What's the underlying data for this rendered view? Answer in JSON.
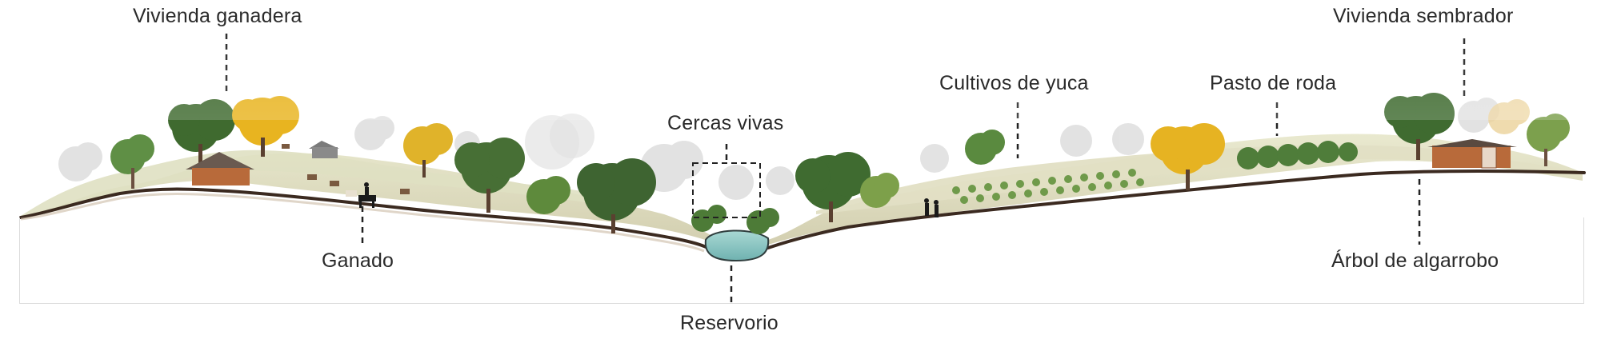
{
  "diagram": {
    "labels": {
      "vivienda_ganadera": "Vivienda ganadera",
      "vivienda_sembrador": "Vivienda sembrador",
      "cultivos_yuca": "Cultivos de yuca",
      "pasto_roda": "Pasto de roda",
      "cercas_vivas": "Cercas vivas",
      "ganado": "Ganado",
      "reservorio": "Reservorio",
      "arbol_algarrobo": "Árbol de algarrobo"
    },
    "colors": {
      "ground_line": "#3b2a20",
      "ground_fill": "#e4dccd",
      "meadow": "#d7d7ae",
      "water": "#8fc7c4",
      "tree_green": "#4f7d3a",
      "tree_dark": "#3e6431",
      "tree_yellow": "#e8b420",
      "tree_mist": "#d6d6d6",
      "house_roof": "#6a5a50",
      "house_wall": "#b86a3a",
      "leader_line": "#222222"
    }
  }
}
